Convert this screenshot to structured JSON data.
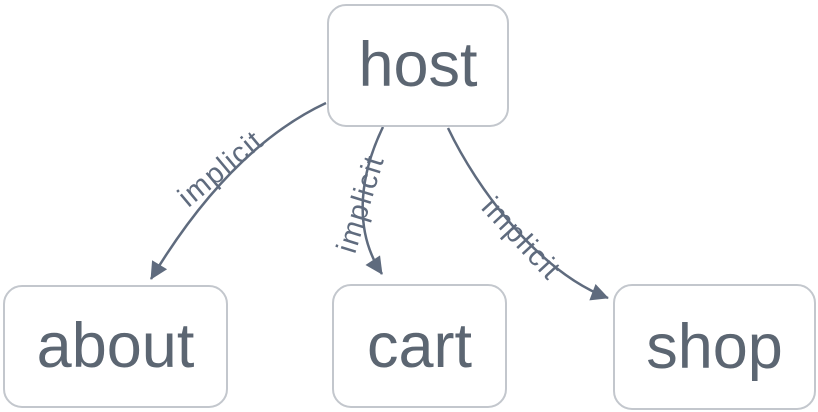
{
  "diagram": {
    "type": "graph",
    "colors": {
      "background": "#ffffff",
      "node_border": "#c3c7cd",
      "node_fill": "#ffffff",
      "node_text": "#5c6672",
      "edge": "#5f6b7e",
      "edge_label": "#5f6b7e"
    },
    "nodes": [
      {
        "id": "host",
        "label": "host"
      },
      {
        "id": "about",
        "label": "about"
      },
      {
        "id": "cart",
        "label": "cart"
      },
      {
        "id": "shop",
        "label": "shop"
      }
    ],
    "edges": [
      {
        "from": "host",
        "to": "about",
        "label": "implicit"
      },
      {
        "from": "host",
        "to": "cart",
        "label": "implicit"
      },
      {
        "from": "host",
        "to": "shop",
        "label": "implicit"
      }
    ]
  }
}
